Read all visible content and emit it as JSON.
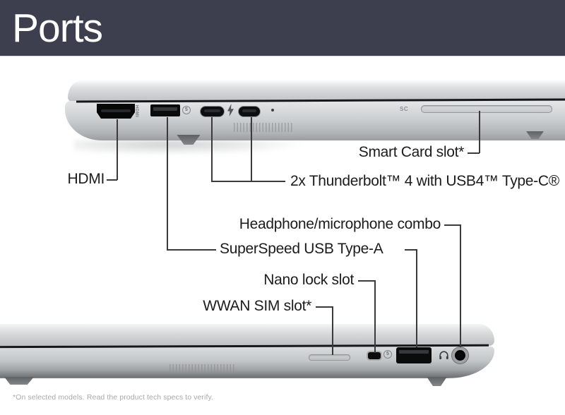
{
  "header": {
    "title": "Ports"
  },
  "callouts": {
    "hdmi": {
      "label": "HDMI"
    },
    "thunderbolt": {
      "label": "2x Thunderbolt™ 4 with USB4™ Type-C®"
    },
    "smart_card": {
      "label": "Smart Card slot*"
    },
    "headphone": {
      "label": "Headphone/microphone combo"
    },
    "usb_a": {
      "label": "SuperSpeed USB Type-A"
    },
    "nano_lock": {
      "label": "Nano lock slot"
    },
    "wwan_sim": {
      "label": "WWAN SIM slot*"
    }
  },
  "engravings": {
    "smart_card": "SC",
    "hdmi": "HDMI",
    "usb_speed": "5"
  },
  "icons": {
    "thunderbolt_bolt": "lightning-bolt-icon",
    "headphone": "headphone-icon"
  },
  "footnote": "*On selected models. Read the product tech specs to verify.",
  "colors": {
    "header_bg": "#3d3e4e",
    "header_text": "#ffffff",
    "label_text": "#1c1c1e",
    "leader_line": "#3a3a3a",
    "footnote_text": "#a9a9a9",
    "seam": "#16171a",
    "laptop_light": "#e9ebec",
    "laptop_dark": "#717477"
  }
}
